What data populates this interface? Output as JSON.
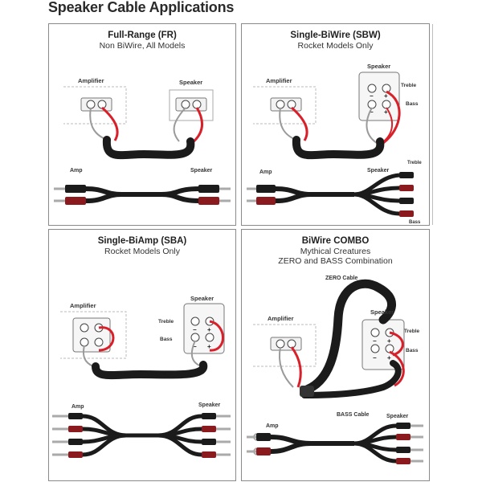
{
  "page": {
    "title": "Speaker Cable Applications"
  },
  "panels": {
    "fr": {
      "title": "Full-Range (FR)",
      "subtitle": "Non BiWire, All Models",
      "labels": {
        "amplifier": "Amplifier",
        "speaker": "Speaker",
        "amp": "Amp",
        "speaker_bottom": "Speaker"
      }
    },
    "sbw": {
      "title": "Single-BiWire (SBW)",
      "subtitle": "Rocket Models Only",
      "labels": {
        "amplifier": "Amplifier",
        "speaker": "Speaker",
        "treble": "Treble",
        "bass": "Bass",
        "amp": "Amp",
        "speaker_bottom": "Speaker",
        "treble_bottom": "Treble",
        "bass_bottom": "Bass"
      }
    },
    "sba": {
      "title": "Single-BiAmp (SBA)",
      "subtitle": "Rocket Models Only",
      "labels": {
        "amplifier": "Amplifier",
        "speaker": "Speaker",
        "treble": "Treble",
        "bass": "Bass",
        "amp": "Amp",
        "speaker_bottom": "Speaker"
      }
    },
    "combo": {
      "title": "BiWire COMBO",
      "subtitle_1": "Mythical Creatures",
      "subtitle_2": "ZERO and BASS Combination",
      "labels": {
        "zero_cable": "ZERO Cable",
        "amplifier": "Amplifier",
        "speaker": "Speaker",
        "treble": "Treble",
        "bass": "Bass",
        "bass_cable": "BASS Cable",
        "amp": "Amp",
        "speaker_bottom": "Speaker"
      }
    }
  },
  "colors": {
    "cable": "#1b1b1b",
    "red_wire": "#d8202a",
    "gray_wire": "#9a9a9a",
    "border": "#8a8a8a"
  }
}
